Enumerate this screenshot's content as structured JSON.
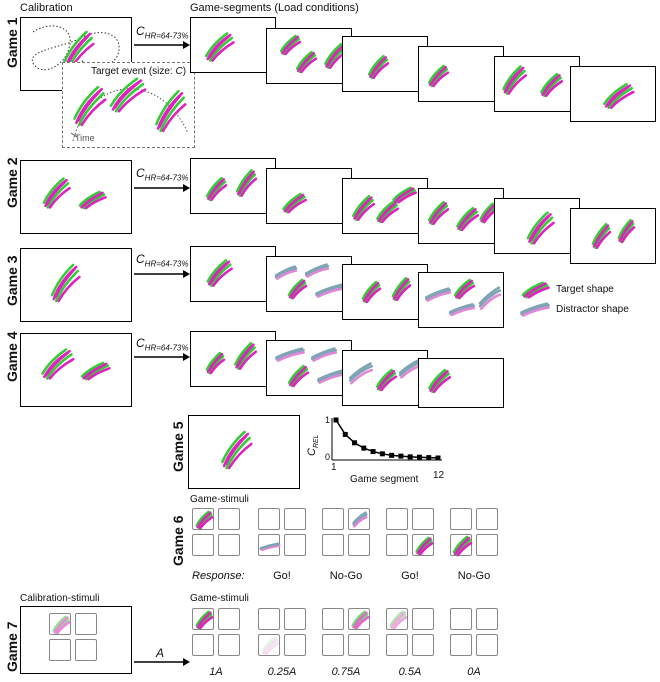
{
  "headers": {
    "calibration": "Calibration",
    "game_segments": "Game-segments (Load conditions)",
    "target_event_label": "Target event (size: ",
    "target_event_symbol": "C",
    "target_event_close": ")",
    "time_label": "Time"
  },
  "arrow_label": {
    "base": "C",
    "sub": "HR=64-73%"
  },
  "games": [
    "Game 1",
    "Game 2",
    "Game 3",
    "Game 4",
    "Game 5",
    "Game 6",
    "Game 7"
  ],
  "legend": {
    "target": "Target shape",
    "distractor": "Distractor shape"
  },
  "game5_chart_labels": {
    "ylabel_base": "C",
    "ylabel_sub": "REL",
    "xlabel": "Game segment",
    "x_start": "1",
    "x_end": "12",
    "y_top": "1",
    "y_bottom": "0"
  },
  "chart_data": {
    "type": "line",
    "x": [
      1,
      2,
      3,
      4,
      5,
      6,
      7,
      8,
      9,
      10,
      11,
      12
    ],
    "values": [
      1.0,
      0.62,
      0.4,
      0.26,
      0.17,
      0.11,
      0.07,
      0.05,
      0.03,
      0.02,
      0.01,
      0.0
    ],
    "xlabel": "Game segment",
    "ylabel": "C_REL",
    "xlim": [
      1,
      12
    ],
    "ylim": [
      0,
      1
    ]
  },
  "game6": {
    "title": "Game-stimuli",
    "response_label": "Response:",
    "responses": [
      "Go!",
      "No-Go",
      "Go!",
      "No-Go"
    ]
  },
  "game7": {
    "calibration_title": "Calibration-stimuli",
    "game_title": "Game-stimuli",
    "arrow_label": "A",
    "amplitudes": [
      "1A",
      "0.25A",
      "0.75A",
      "0.5A",
      "0A"
    ]
  },
  "colors": {
    "magenta": "#e020c0",
    "green": "#33cc33",
    "blue_grey": "#7fa4b4",
    "pink": "#e088d8"
  }
}
